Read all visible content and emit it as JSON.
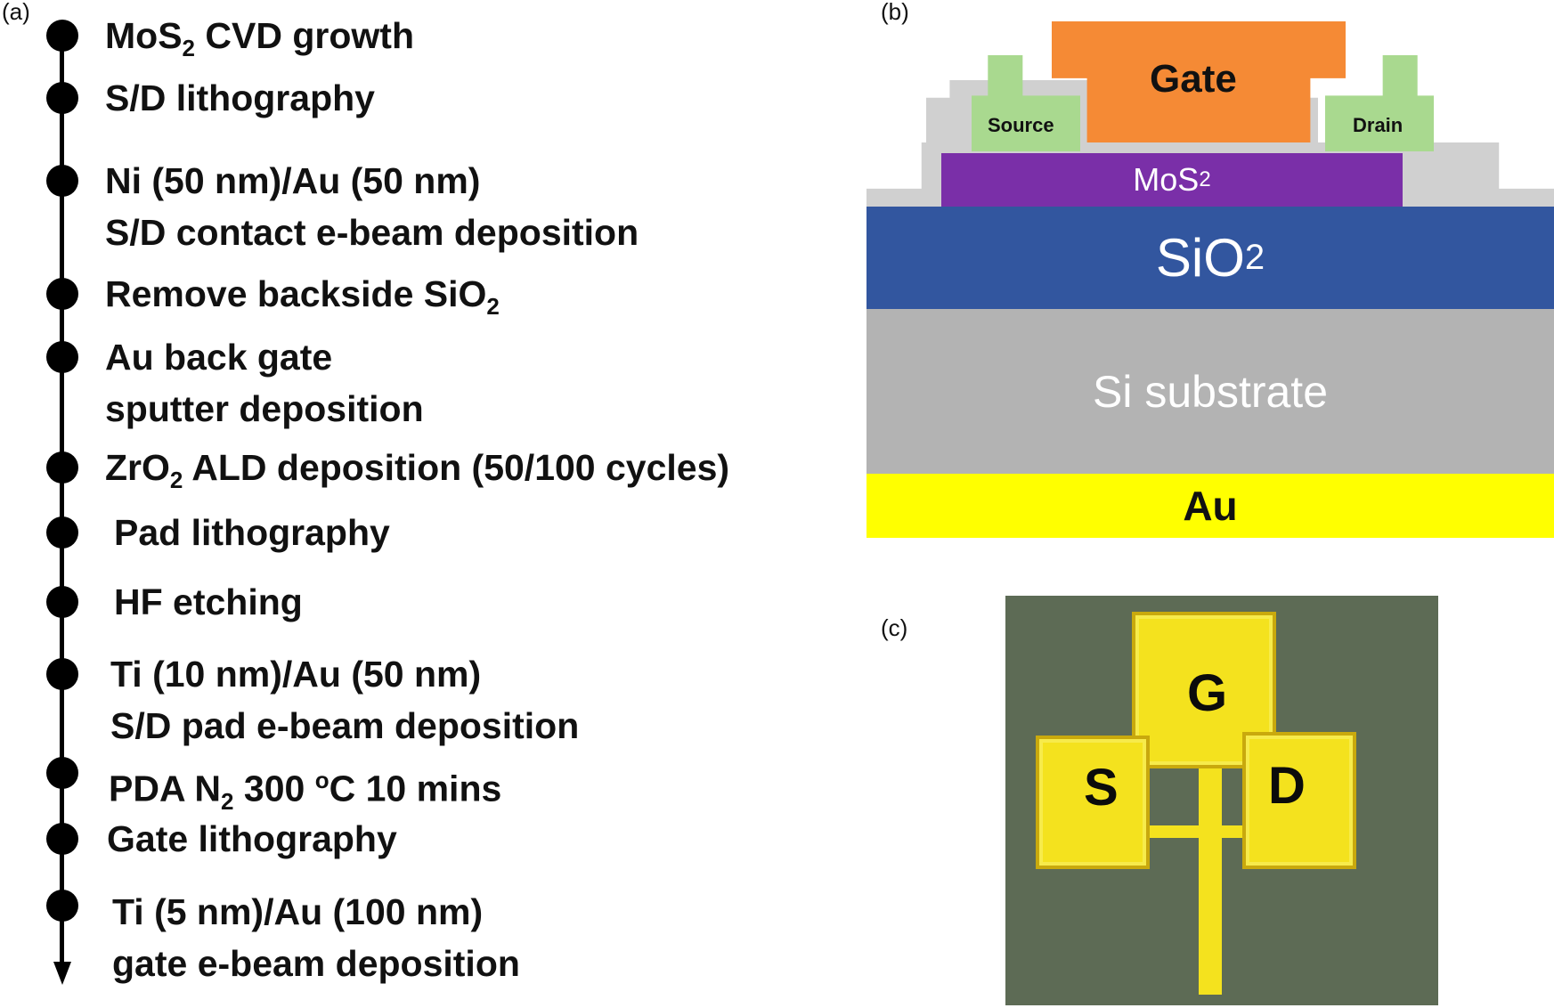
{
  "panels": {
    "a": "(a)",
    "b": "(b)",
    "c": "(c)"
  },
  "process_steps": [
    {
      "pre": "MoS",
      "sub": "2",
      "post": " CVD growth",
      "line2": ""
    },
    {
      "pre": "S/D lithography",
      "sub": "",
      "post": "",
      "line2": ""
    },
    {
      "pre": "Ni (50 nm)/Au (50 nm)",
      "sub": "",
      "post": "",
      "line2": "S/D contact e-beam deposition"
    },
    {
      "pre": "Remove backside SiO",
      "sub": "2",
      "post": "",
      "line2": ""
    },
    {
      "pre": "Au back gate",
      "sub": "",
      "post": "",
      "line2": "sputter deposition"
    },
    {
      "pre": "ZrO",
      "sub": "2",
      "post": " ALD deposition (50/100 cycles)",
      "line2": ""
    },
    {
      "pre": "Pad lithography",
      "sub": "",
      "post": "",
      "line2": ""
    },
    {
      "pre": "HF etching",
      "sub": "",
      "post": "",
      "line2": ""
    },
    {
      "pre": "Ti (10 nm)/Au (50 nm)",
      "sub": "",
      "post": "",
      "line2": "S/D pad e-beam deposition"
    },
    {
      "pre": "PDA  N",
      "sub": "2",
      "post": " 300 ",
      "sup": "o",
      "post2": "C 10 mins",
      "line2": ""
    },
    {
      "pre": "Gate lithography",
      "sub": "",
      "post": "",
      "line2": ""
    },
    {
      "pre": "Ti (5 nm)/Au (100 nm)",
      "sub": "",
      "post": "",
      "line2": "gate e-beam deposition"
    }
  ],
  "cross_section": {
    "gate": "Gate",
    "source": "Source",
    "drain": "Drain",
    "channel_pre": "MoS",
    "channel_sub": "2",
    "oxide_pre": "SiO",
    "oxide_sub": "2",
    "substrate": "Si substrate",
    "back_contact": "Au",
    "colors": {
      "gate": "#f58a35",
      "contacts": "#a9d98f",
      "channel": "#7a2fa8",
      "oxide": "#32569f",
      "substrate": "#b3b3b3",
      "back_contact": "#ffff00",
      "dielectric": "#d0d0d0"
    }
  },
  "micrograph": {
    "gate_pad": "G",
    "source_pad": "S",
    "drain_pad": "D"
  }
}
